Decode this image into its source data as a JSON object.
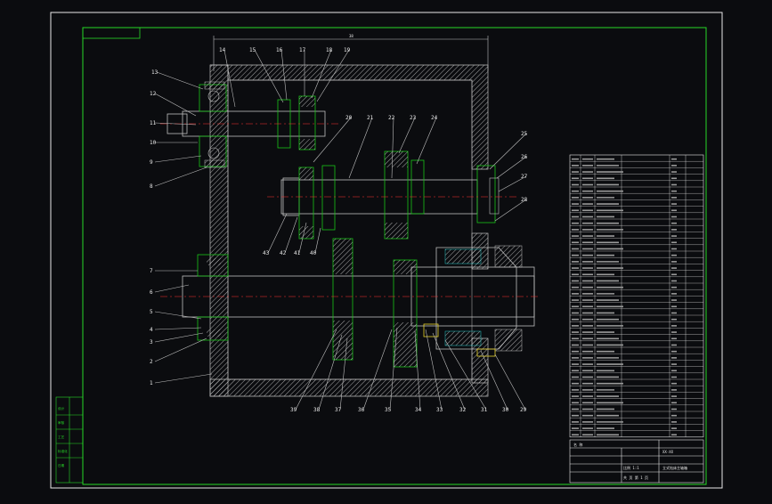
{
  "colors": {
    "frame_white": "#e8e8e8",
    "border_green": "#27d927",
    "outline": "#bfbfbf",
    "centerline": "#ff3030",
    "part_green": "#18c418",
    "accent_cyan": "#24c8c8",
    "accent_yellow": "#e6d22a",
    "hatch": "#cfcfcf"
  },
  "drawing": {
    "dimension_label": "38",
    "part_callouts": [
      {
        "id": "13",
        "label": "13"
      },
      {
        "id": "12",
        "label": "12"
      },
      {
        "id": "11",
        "label": "11"
      },
      {
        "id": "10",
        "label": "10"
      },
      {
        "id": "9",
        "label": "9"
      },
      {
        "id": "8",
        "label": "8"
      },
      {
        "id": "14",
        "label": "14"
      },
      {
        "id": "15",
        "label": "15"
      },
      {
        "id": "16",
        "label": "16"
      },
      {
        "id": "17",
        "label": "17"
      },
      {
        "id": "18",
        "label": "18"
      },
      {
        "id": "19",
        "label": "19"
      },
      {
        "id": "20",
        "label": "20"
      },
      {
        "id": "21",
        "label": "21"
      },
      {
        "id": "22",
        "label": "22"
      },
      {
        "id": "23",
        "label": "23"
      },
      {
        "id": "24",
        "label": "24"
      },
      {
        "id": "25",
        "label": "25"
      },
      {
        "id": "26",
        "label": "26"
      },
      {
        "id": "27",
        "label": "27"
      },
      {
        "id": "28",
        "label": "28"
      },
      {
        "id": "43",
        "label": "43"
      },
      {
        "id": "42",
        "label": "42"
      },
      {
        "id": "41",
        "label": "41"
      },
      {
        "id": "40",
        "label": "40"
      },
      {
        "id": "7",
        "label": "7"
      },
      {
        "id": "6",
        "label": "6"
      },
      {
        "id": "5",
        "label": "5"
      },
      {
        "id": "4",
        "label": "4"
      },
      {
        "id": "3",
        "label": "3"
      },
      {
        "id": "2",
        "label": "2"
      },
      {
        "id": "1",
        "label": "1"
      },
      {
        "id": "39",
        "label": "39"
      },
      {
        "id": "38",
        "label": "38"
      },
      {
        "id": "37",
        "label": "37"
      },
      {
        "id": "36",
        "label": "36"
      },
      {
        "id": "35",
        "label": "35"
      },
      {
        "id": "34",
        "label": "34"
      },
      {
        "id": "33",
        "label": "33"
      },
      {
        "id": "32",
        "label": "32"
      },
      {
        "id": "31",
        "label": "31"
      },
      {
        "id": "30",
        "label": "30"
      },
      {
        "id": "29",
        "label": "29"
      }
    ]
  },
  "bom_rows": 44,
  "title_block": {
    "row_header": [
      "序号",
      "名 称",
      "数量",
      "备 注"
    ],
    "company": "XX·XX",
    "drawing_title": "立式钻床主轴箱",
    "scale_label": "比例 1:1",
    "sheet_label": "共 页 第 1 页"
  },
  "left_stamp": [
    "设计",
    "审核",
    "工艺",
    "标准化",
    "日期"
  ]
}
